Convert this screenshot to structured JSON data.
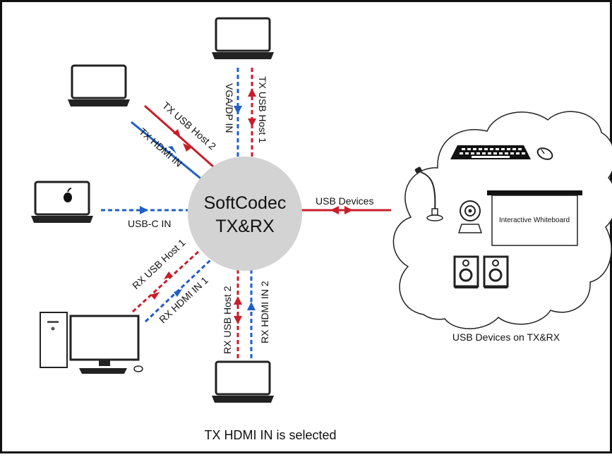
{
  "hub": {
    "line1": "SoftCodec",
    "line2": "TX&RX"
  },
  "links": {
    "vga_dp_in": "VGA/DP IN",
    "tx_usb_host_1": "TX USB Host 1",
    "tx_usb_host_2": "TX USB Host 2",
    "tx_hdmi_in": "TX HDMI IN",
    "usb_c_in": "USB-C IN",
    "rx_usb_host_1": "RX USB Host 1",
    "rx_hdmi_in_1": "RX HDMI IN 1",
    "rx_usb_host_2": "RX USB Host 2",
    "rx_hdmi_in_2": "RX HDMI IN 2",
    "usb_devices": "USB Devices"
  },
  "cloud": {
    "whiteboard_label": "Interactive Whiteboard",
    "caption": "USB Devices on TX&RX"
  },
  "status": "TX HDMI IN is selected",
  "colors": {
    "red": "#c81e2a",
    "blue": "#1f5fc8",
    "hub": "#d3d3d3",
    "dark": "#111111"
  },
  "icons": [
    "laptop-icon",
    "apple-logo-icon",
    "desktop-pc-icon",
    "keyboard-icon",
    "mouse-icon",
    "microphone-icon",
    "webcam-icon",
    "whiteboard-icon",
    "speaker-icon"
  ]
}
